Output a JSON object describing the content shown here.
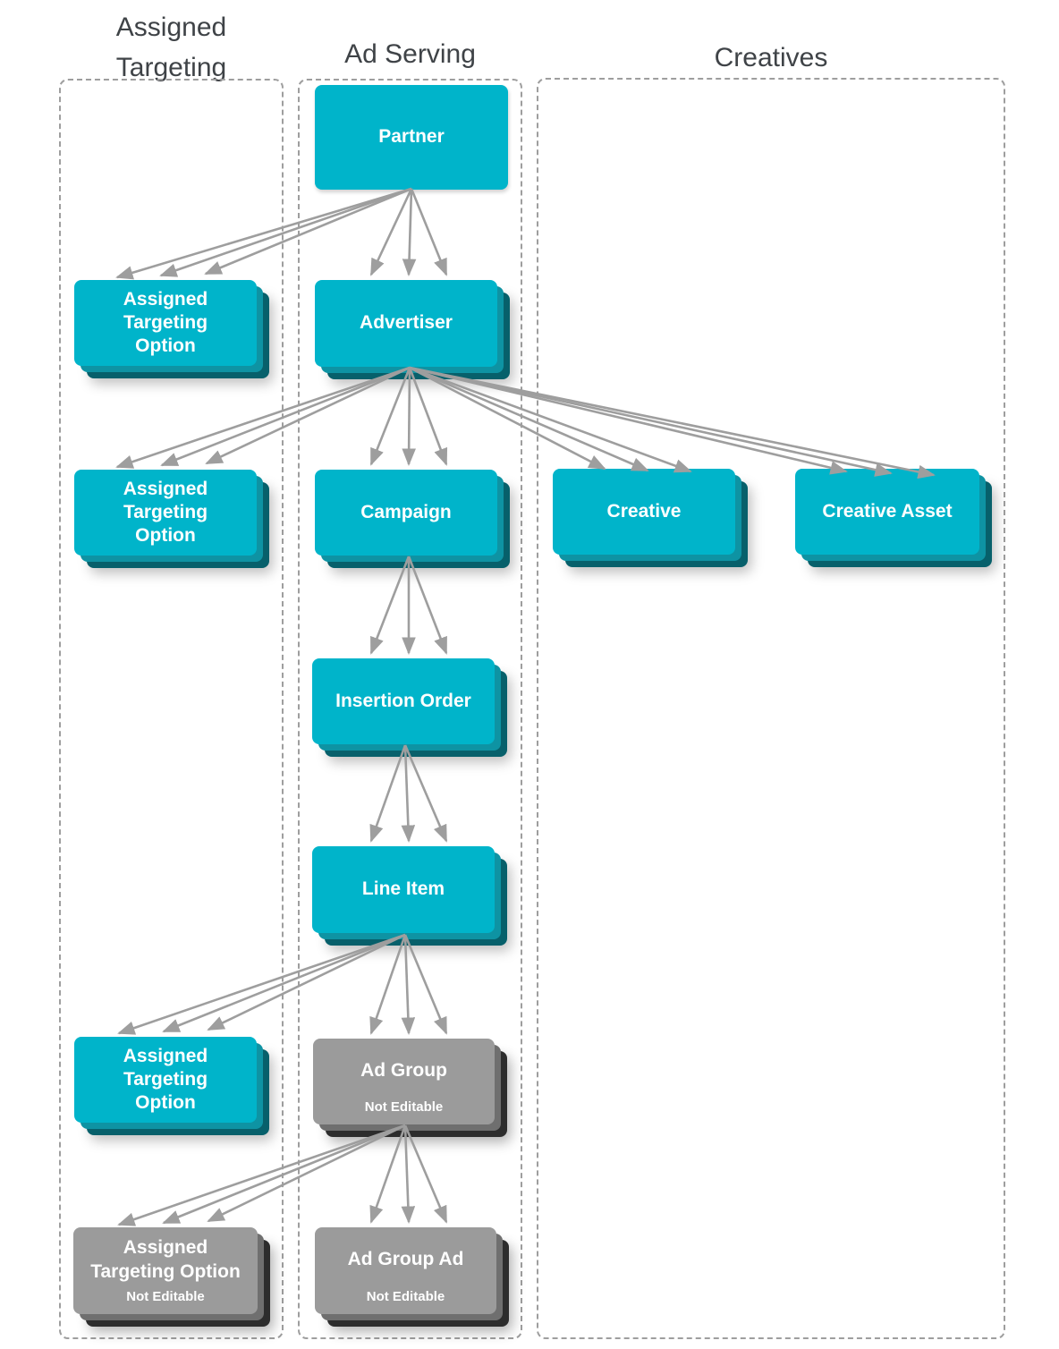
{
  "columns": [
    {
      "id": "assigned_targeting",
      "label": "Assigned\nTargeting"
    },
    {
      "id": "ad_serving",
      "label": "Ad Serving"
    },
    {
      "id": "creatives",
      "label": "Creatives"
    }
  ],
  "nodes": {
    "partner": {
      "label": "Partner",
      "column": "ad_serving",
      "editable": true
    },
    "assigned_targeting_option_1": {
      "label": "Assigned\nTargeting\nOption",
      "column": "assigned_targeting",
      "editable": true
    },
    "advertiser": {
      "label": "Advertiser",
      "column": "ad_serving",
      "editable": true
    },
    "assigned_targeting_option_2": {
      "label": "Assigned\nTargeting\nOption",
      "column": "assigned_targeting",
      "editable": true
    },
    "campaign": {
      "label": "Campaign",
      "column": "ad_serving",
      "editable": true
    },
    "creative": {
      "label": "Creative",
      "column": "creatives",
      "editable": true
    },
    "creative_asset": {
      "label": "Creative Asset",
      "column": "creatives",
      "editable": true
    },
    "insertion_order": {
      "label": "Insertion Order",
      "column": "ad_serving",
      "editable": true
    },
    "line_item": {
      "label": "Line Item",
      "column": "ad_serving",
      "editable": true
    },
    "assigned_targeting_option_3": {
      "label": "Assigned\nTargeting\nOption",
      "column": "assigned_targeting",
      "editable": true
    },
    "ad_group": {
      "label": "Ad Group",
      "sublabel": "Not Editable",
      "column": "ad_serving",
      "editable": false
    },
    "assigned_targeting_option_4": {
      "label": "Assigned\nTargeting Option",
      "sublabel": "Not Editable",
      "column": "assigned_targeting",
      "editable": false
    },
    "ad_group_ad": {
      "label": "Ad Group Ad",
      "sublabel": "Not Editable",
      "column": "ad_serving",
      "editable": false
    }
  },
  "edges": [
    {
      "from": "partner",
      "to": "assigned_targeting_option_1"
    },
    {
      "from": "partner",
      "to": "advertiser"
    },
    {
      "from": "advertiser",
      "to": "assigned_targeting_option_2"
    },
    {
      "from": "advertiser",
      "to": "campaign"
    },
    {
      "from": "advertiser",
      "to": "creative"
    },
    {
      "from": "advertiser",
      "to": "creative_asset"
    },
    {
      "from": "campaign",
      "to": "insertion_order"
    },
    {
      "from": "insertion_order",
      "to": "line_item"
    },
    {
      "from": "line_item",
      "to": "assigned_targeting_option_3"
    },
    {
      "from": "line_item",
      "to": "ad_group"
    },
    {
      "from": "ad_group",
      "to": "assigned_targeting_option_4"
    },
    {
      "from": "ad_group",
      "to": "ad_group_ad"
    }
  ],
  "arrow_style": {
    "arrows_per_edge": 3,
    "direction": "parent-to-child"
  },
  "colors": {
    "node_editable": "#00B4CA",
    "node_editable_shadow1": "#0E93A3",
    "node_editable_shadow2": "#07606B",
    "node_not_editable": "#9B9B9B",
    "node_not_editable_shadow1": "#6F6F6F",
    "node_not_editable_shadow2": "#2D2D2D",
    "arrow": "#9E9E9E",
    "column_border": "#9E9E9E",
    "header_text": "#3F4347",
    "node_text": "#FFFFFF"
  }
}
